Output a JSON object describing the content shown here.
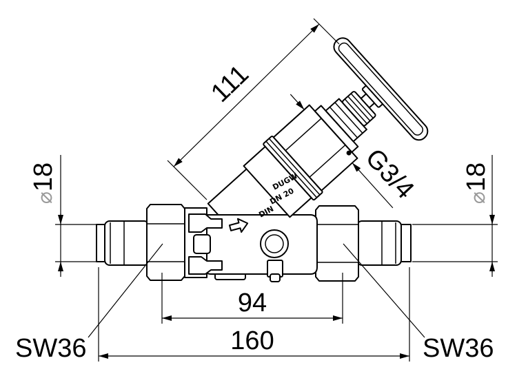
{
  "drawing": {
    "dimensions": {
      "stem_length": "111",
      "thread": "G3/4",
      "pipe_diameter_left": {
        "symbol": "⌀",
        "value": "18"
      },
      "pipe_diameter_right": {
        "symbol": "⌀",
        "value": "18"
      },
      "union_spacing": "94",
      "overall_length": "160",
      "wrench_size_left": "SW36",
      "wrench_size_right": "SW36"
    },
    "body_markings": [
      "DUGW",
      "DN 20",
      "DIN"
    ]
  },
  "colors": {
    "stroke": "#000000",
    "background": "#ffffff",
    "diameter_symbol": "#9a9a9a"
  }
}
